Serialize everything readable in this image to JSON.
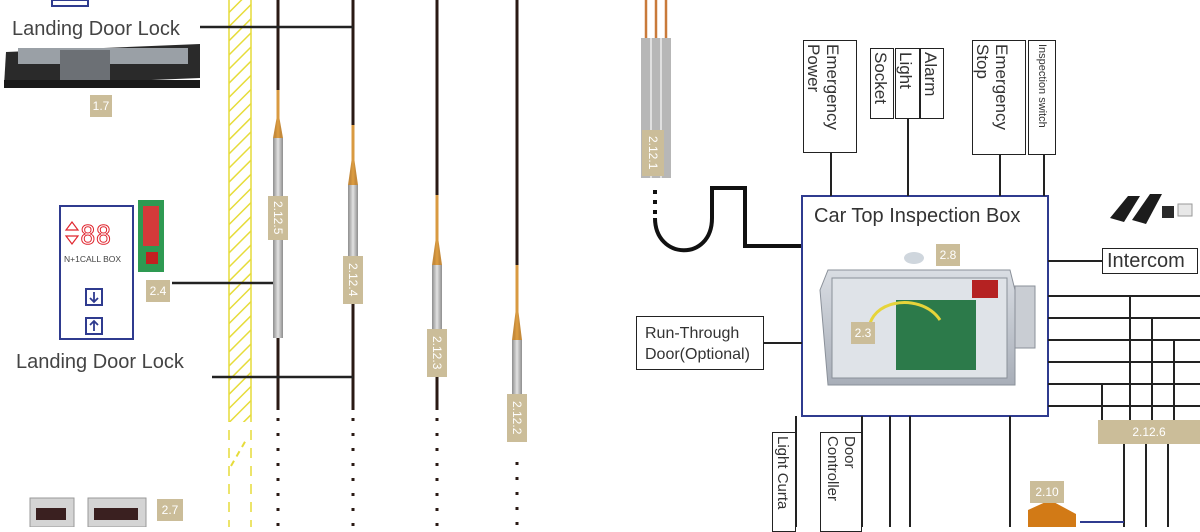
{
  "labels": {
    "landing_door_lock_top": "Landing Door Lock",
    "landing_door_lock_bottom": "Landing Door Lock",
    "call_box": "N+1CALL BOX",
    "car_top_box": "Car Top Inspection Box",
    "run_through": "Run-Through",
    "run_through_2": "Door(Optional)",
    "intercom": "Intercom",
    "emergency_power": "Emergency Power",
    "socket": "Socket",
    "light": "Light",
    "alarm": "Alarm",
    "emergency_stop": "Emergency Stop",
    "inspection_switch": "Inspection switch",
    "light_curtain": "Light Curta",
    "door_controller": "Door Controller"
  },
  "tags": {
    "t_1_7": "1.7",
    "t_2_4": "2.4",
    "t_2_7": "2.7",
    "t_2_12_5": "2.12.5",
    "t_2_12_4": "2.12.4",
    "t_2_12_3": "2.12.3",
    "t_2_12_2": "2.12.2",
    "t_2_12_1": "2.12.1",
    "t_2_8": "2.8",
    "t_2_3": "2.3",
    "t_2_12_6": "2.12.6",
    "t_2_10": "2.10"
  },
  "colors": {
    "wire": "#1a1a1a",
    "hatch": "#e6dc3a",
    "tag": "#cbbd99",
    "box_border": "#2f3b8f",
    "call_red": "#e0262f"
  }
}
